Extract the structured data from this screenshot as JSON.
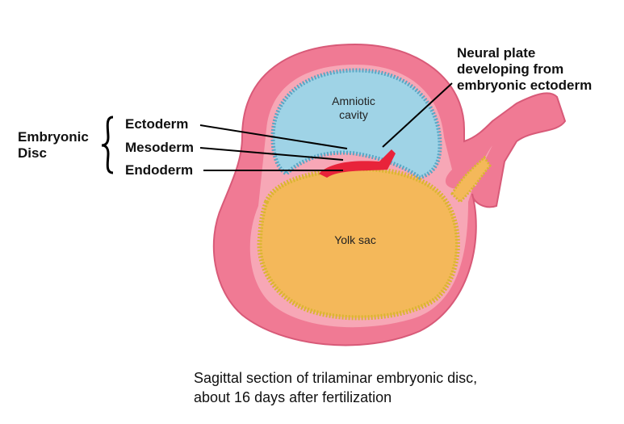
{
  "labels": {
    "embryonic_disc": [
      "Embryonic",
      "Disc"
    ],
    "ectoderm": "Ectoderm",
    "mesoderm": "Mesoderm",
    "endoderm": "Endoderm",
    "neural_plate": [
      "Neural plate",
      "developing from",
      "embryonic ectoderm"
    ],
    "amniotic_cavity": [
      "Amniotic",
      "cavity"
    ],
    "yolk_sac": "Yolk sac"
  },
  "caption": [
    "Sagittal section of trilaminar embryonic disc,",
    "about 16 days after fertilization"
  ],
  "colors": {
    "chorion": "#f07a94",
    "amnion": "#8fcbe0",
    "yolk": "#f4b85a",
    "mesoderm": "#e8233a",
    "endoderm_cells": "#e6c840"
  }
}
